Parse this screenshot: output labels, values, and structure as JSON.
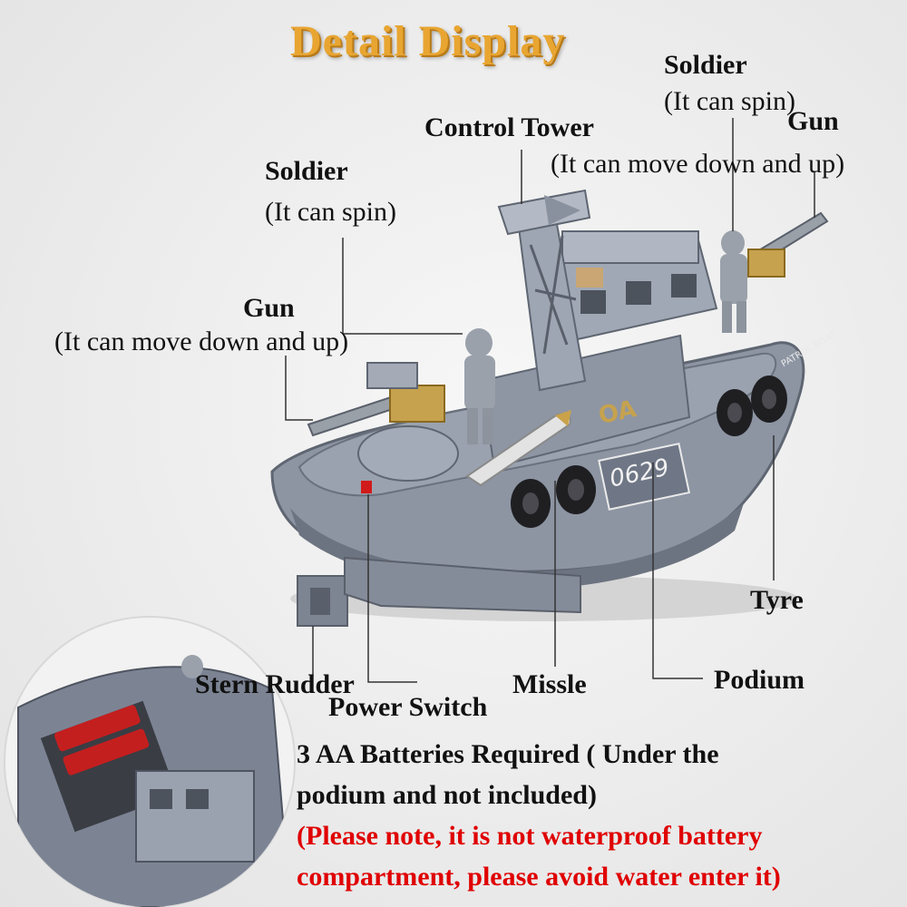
{
  "title": "Detail Display",
  "labels": {
    "soldier_left": "Soldier",
    "soldier_left_note": "(It can spin)",
    "gun_left": "Gun",
    "gun_left_note": "(It can move down and up)",
    "control_tower": "Control Tower",
    "soldier_right": "Soldier",
    "soldier_right_note": "(It can spin)",
    "gun_right": "Gun",
    "gun_right_note": "(It can move down and up)",
    "tyre": "Tyre",
    "stern_rudder": "Stern Rudder",
    "power_switch": "Power Switch",
    "missle": "Missle",
    "podium": "Podium"
  },
  "boat": {
    "hull_number": "0629",
    "cabin_badge": "OA",
    "side_text": "PATROL BOAT"
  },
  "battery": {
    "line1": "3 AA Batteries Required ( Under the",
    "line2": "podium and not included)",
    "warning1": "(Please note, it is not waterproof battery",
    "warning2": "compartment, please avoid water enter it)"
  },
  "colors": {
    "title": "#e8a531",
    "warning": "#e00000",
    "hull": "#7f8898"
  }
}
